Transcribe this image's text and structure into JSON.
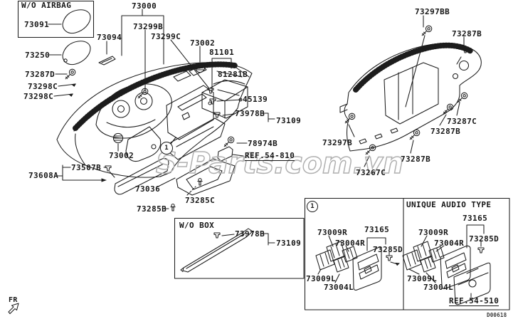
{
  "watermark": "S-Parts.com.vn",
  "drawing_number": "D00618",
  "front_arrow_label": "FR",
  "callouts": [
    "1",
    "1"
  ],
  "section_titles": {
    "wo_airbag": "W/O AIRBAG",
    "wo_box": "W/O BOX",
    "unique_audio": "UNIQUE AUDIO TYPE"
  },
  "ref_labels": {
    "panel": "REF.54-810",
    "audio": "REF.54-510"
  },
  "part_labels": [
    {
      "text": "73091"
    },
    {
      "text": "73094"
    },
    {
      "text": "73250"
    },
    {
      "text": "73287D"
    },
    {
      "text": "73298C"
    },
    {
      "text": "73298C"
    },
    {
      "text": "73000"
    },
    {
      "text": "73299B"
    },
    {
      "text": "73299C"
    },
    {
      "text": "73002"
    },
    {
      "text": "81101"
    },
    {
      "text": "81281B"
    },
    {
      "text": "45139"
    },
    {
      "text": "73978B"
    },
    {
      "text": "73109"
    },
    {
      "text": "78974B"
    },
    {
      "text": "73002"
    },
    {
      "text": "73507B"
    },
    {
      "text": "73608A"
    },
    {
      "text": "73036"
    },
    {
      "text": "73285C"
    },
    {
      "text": "73285B"
    },
    {
      "text": "73978B"
    },
    {
      "text": "73109"
    },
    {
      "text": "73297BB"
    },
    {
      "text": "73287B"
    },
    {
      "text": "73287C"
    },
    {
      "text": "73287B"
    },
    {
      "text": "73297B"
    },
    {
      "text": "73287B"
    },
    {
      "text": "73267C"
    },
    {
      "text": "73009R"
    },
    {
      "text": "73004R"
    },
    {
      "text": "73165"
    },
    {
      "text": "73285D"
    },
    {
      "text": "73009L"
    },
    {
      "text": "73004L"
    },
    {
      "text": "73009R"
    },
    {
      "text": "73004R"
    },
    {
      "text": "73165"
    },
    {
      "text": "73285D"
    },
    {
      "text": "73009L"
    },
    {
      "text": "73004L"
    }
  ],
  "colors": {
    "line": "#1c1c1c",
    "watermark_outline": "#b0b0b0",
    "background": "#ffffff"
  }
}
